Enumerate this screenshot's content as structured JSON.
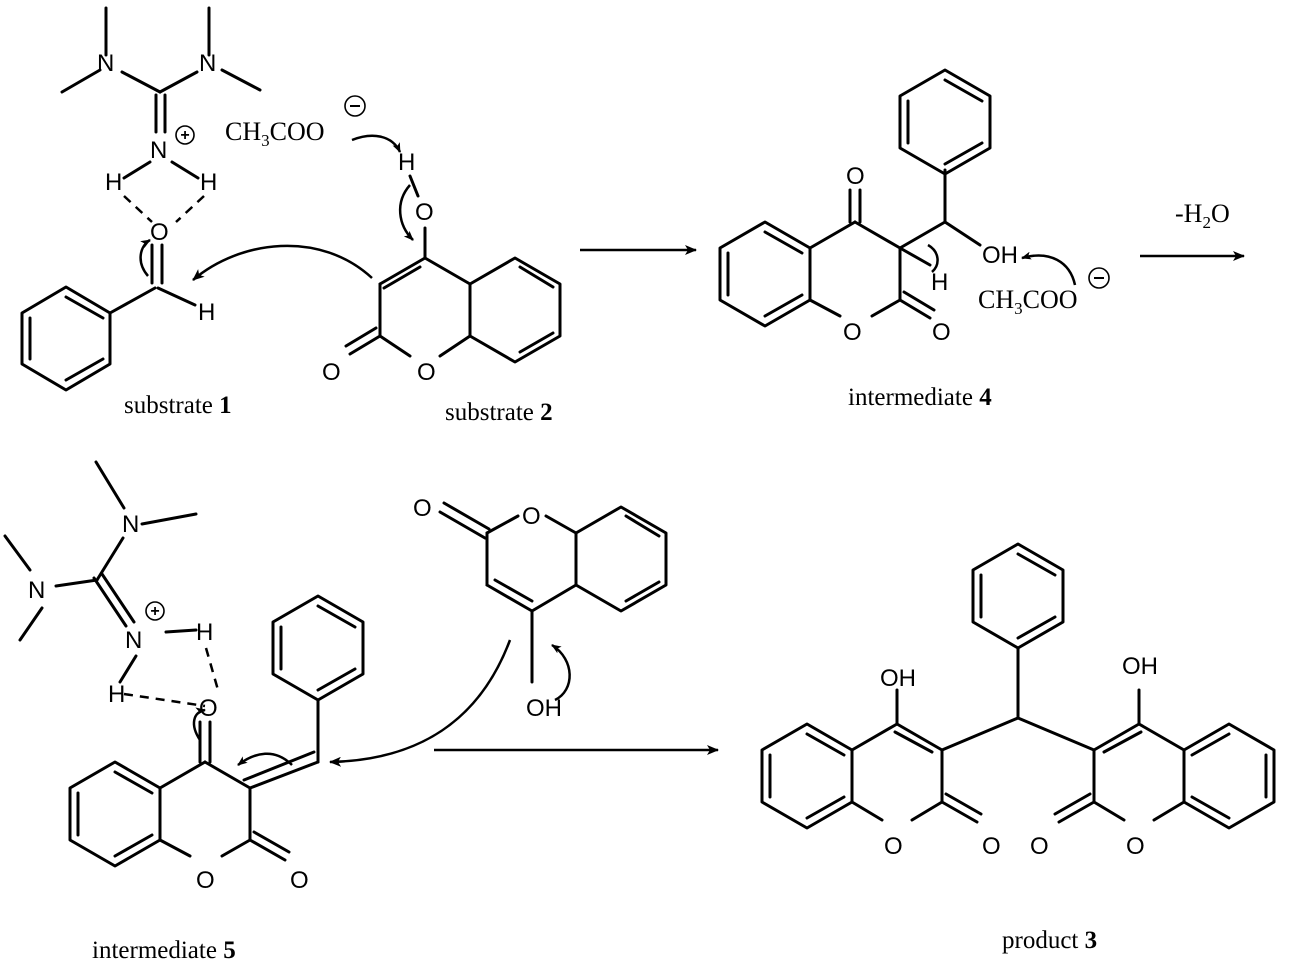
{
  "atoms": {
    "N": "N",
    "O": "O",
    "H": "H",
    "OH": "OH",
    "plus": "+",
    "minus": "−"
  },
  "reagents": {
    "acetate_pre": "CH",
    "acetate_sub": "3",
    "acetate_post": "COO",
    "water_pre": "-H",
    "water_sub": "2",
    "water_post": "O"
  },
  "labels": {
    "substrate1_text": "substrate ",
    "substrate1_num": "1",
    "substrate2_text": "substrate ",
    "substrate2_num": "2",
    "intermediate4_text": "intermediate ",
    "intermediate4_num": "4",
    "intermediate5_text": "intermediate ",
    "intermediate5_num": "5",
    "product3_text": "product ",
    "product3_num": "3"
  }
}
